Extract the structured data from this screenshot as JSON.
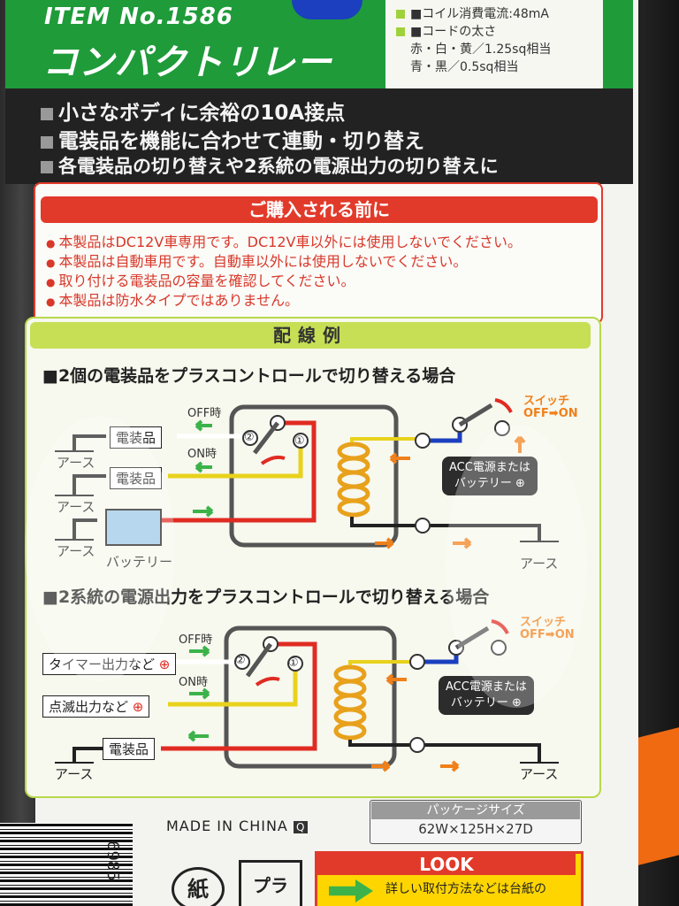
{
  "header": {
    "item_no": "ITEM No.1586",
    "title": "コンパクトリレー",
    "specs": [
      "■コイル消費電流:48mA",
      "■コードの太さ",
      "赤・白・黄／1.25sq相当",
      "青・黒／0.5sq相当"
    ]
  },
  "features": [
    "小さなボディに余裕の10A接点",
    "電装品を機能に合わせて連動・切り替え",
    "各電装品の切り替えや2系統の電源出力の切り替えに"
  ],
  "warning": {
    "heading": "ご購入される前に",
    "items": [
      "本製品はDC12V車専用です。DC12V車以外には使用しないでください。",
      "本製品は自動車用です。自動車以外には使用しないでください。",
      "取り付ける電装品の容量を確認してください。",
      "本製品は防水タイプではありません。"
    ]
  },
  "wiring": {
    "heading": "配線例",
    "case1": {
      "title": "2個の電装品をプラスコントロールで切り替える場合",
      "off_label": "OFF時",
      "on_label": "ON時",
      "device1": "電装品",
      "device2": "電装品",
      "earth": "アース",
      "battery": "バッテリー",
      "switch": "スイッチ",
      "off_on": "OFF➡ON",
      "acc": "ACC電源または",
      "acc2": "バッテリー",
      "terminal1": "①",
      "terminal2": "②"
    },
    "case2": {
      "title": "2系統の電源出力をプラスコントロールで切り替える場合",
      "off_label": "OFF時",
      "on_label": "ON時",
      "out1": "タイマー出力など",
      "out2": "点滅出力など",
      "device": "電装品",
      "earth": "アース",
      "switch": "スイッチ",
      "off_on": "OFF➡ON",
      "acc": "ACC電源または",
      "acc2": "バッテリー",
      "terminal1": "①",
      "terminal2": "②"
    }
  },
  "footer": {
    "made_in": "MADE IN CHINA",
    "q_mark": "Q",
    "pkg_size_label": "パッケージサイズ",
    "pkg_size_value": "62W×125H×27D",
    "look_heading": "LOOK",
    "look_text": "詳しい取付方法などは台紙の",
    "recycle_paper": "紙",
    "recycle_plastic": "プラ",
    "barcode_digits": "6985"
  },
  "colors": {
    "brand_green": "#1f9b3a",
    "warning_red": "#e23a2a",
    "diagram_green": "#c6df55",
    "wire_red": "#e02b22",
    "wire_yellow": "#e8d21c",
    "wire_blue": "#1b3fbf",
    "arrow_green": "#3bb34a",
    "arrow_orange": "#f0801a"
  }
}
